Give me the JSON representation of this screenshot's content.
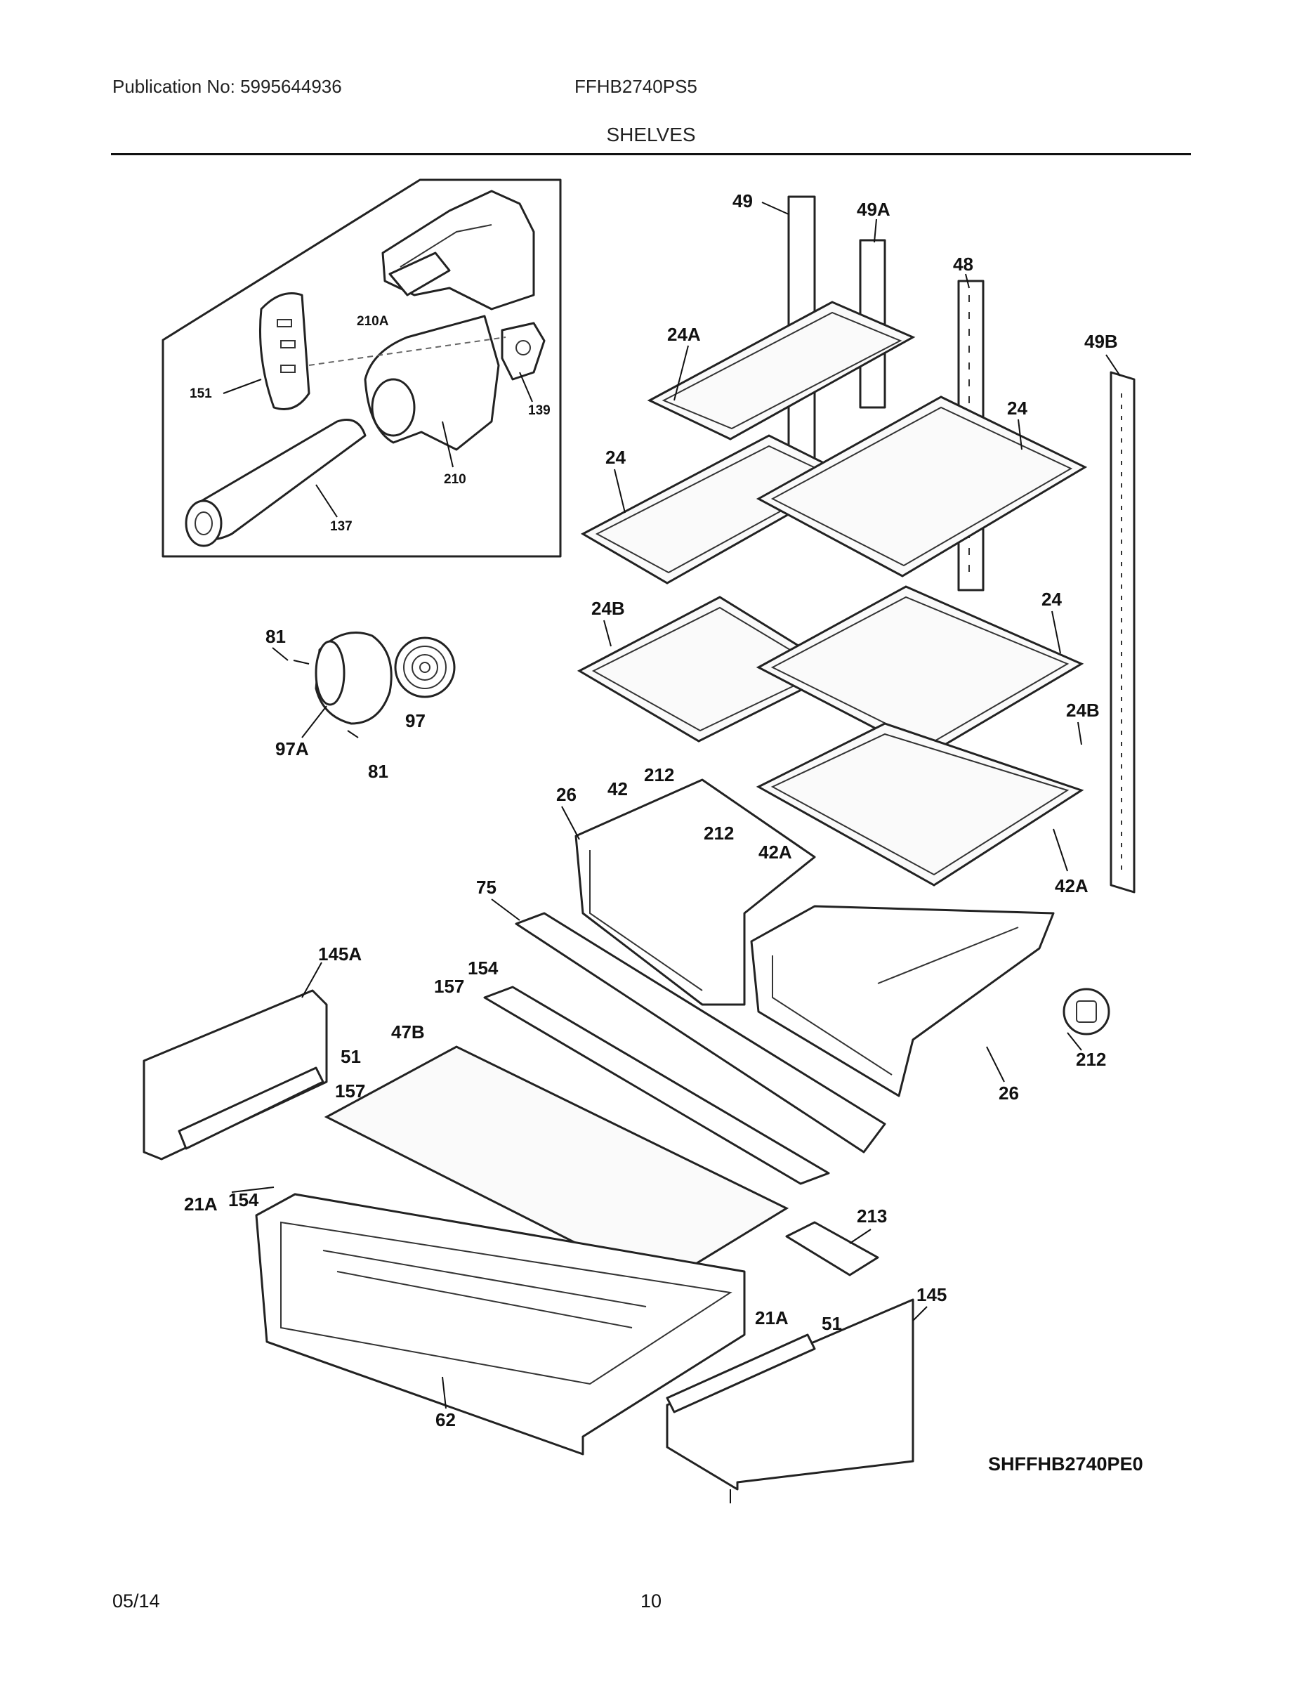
{
  "header": {
    "publication": "Publication No: 5995644936",
    "model": "FFHB2740PS5",
    "section_title": "SHELVES"
  },
  "footer": {
    "date": "05/14",
    "page_number": "10"
  },
  "diagram_ref": "SHFFHB2740PE0",
  "callouts": {
    "c_210A": "210A",
    "c_151": "151",
    "c_139": "139",
    "c_210": "210",
    "c_137": "137",
    "c_49": "49",
    "c_49A": "49A",
    "c_48": "48",
    "c_49B": "49B",
    "c_24A": "24A",
    "c_24_a": "24",
    "c_24_b": "24",
    "c_24_c": "24",
    "c_24B_a": "24B",
    "c_24B_b": "24B",
    "c_81_a": "81",
    "c_81_b": "81",
    "c_97": "97",
    "c_97A": "97A",
    "c_42": "42",
    "c_212_a": "212",
    "c_212_b": "212",
    "c_212_c": "212",
    "c_26_a": "26",
    "c_26_b": "26",
    "c_42A_a": "42A",
    "c_42A_b": "42A",
    "c_75": "75",
    "c_145A": "145A",
    "c_154_a": "154",
    "c_154_b": "154",
    "c_157_a": "157",
    "c_157_b": "157",
    "c_47B": "47B",
    "c_51_a": "51",
    "c_51_b": "51",
    "c_21A_a": "21A",
    "c_21A_b": "21A",
    "c_213": "213",
    "c_145": "145",
    "c_62": "62"
  }
}
